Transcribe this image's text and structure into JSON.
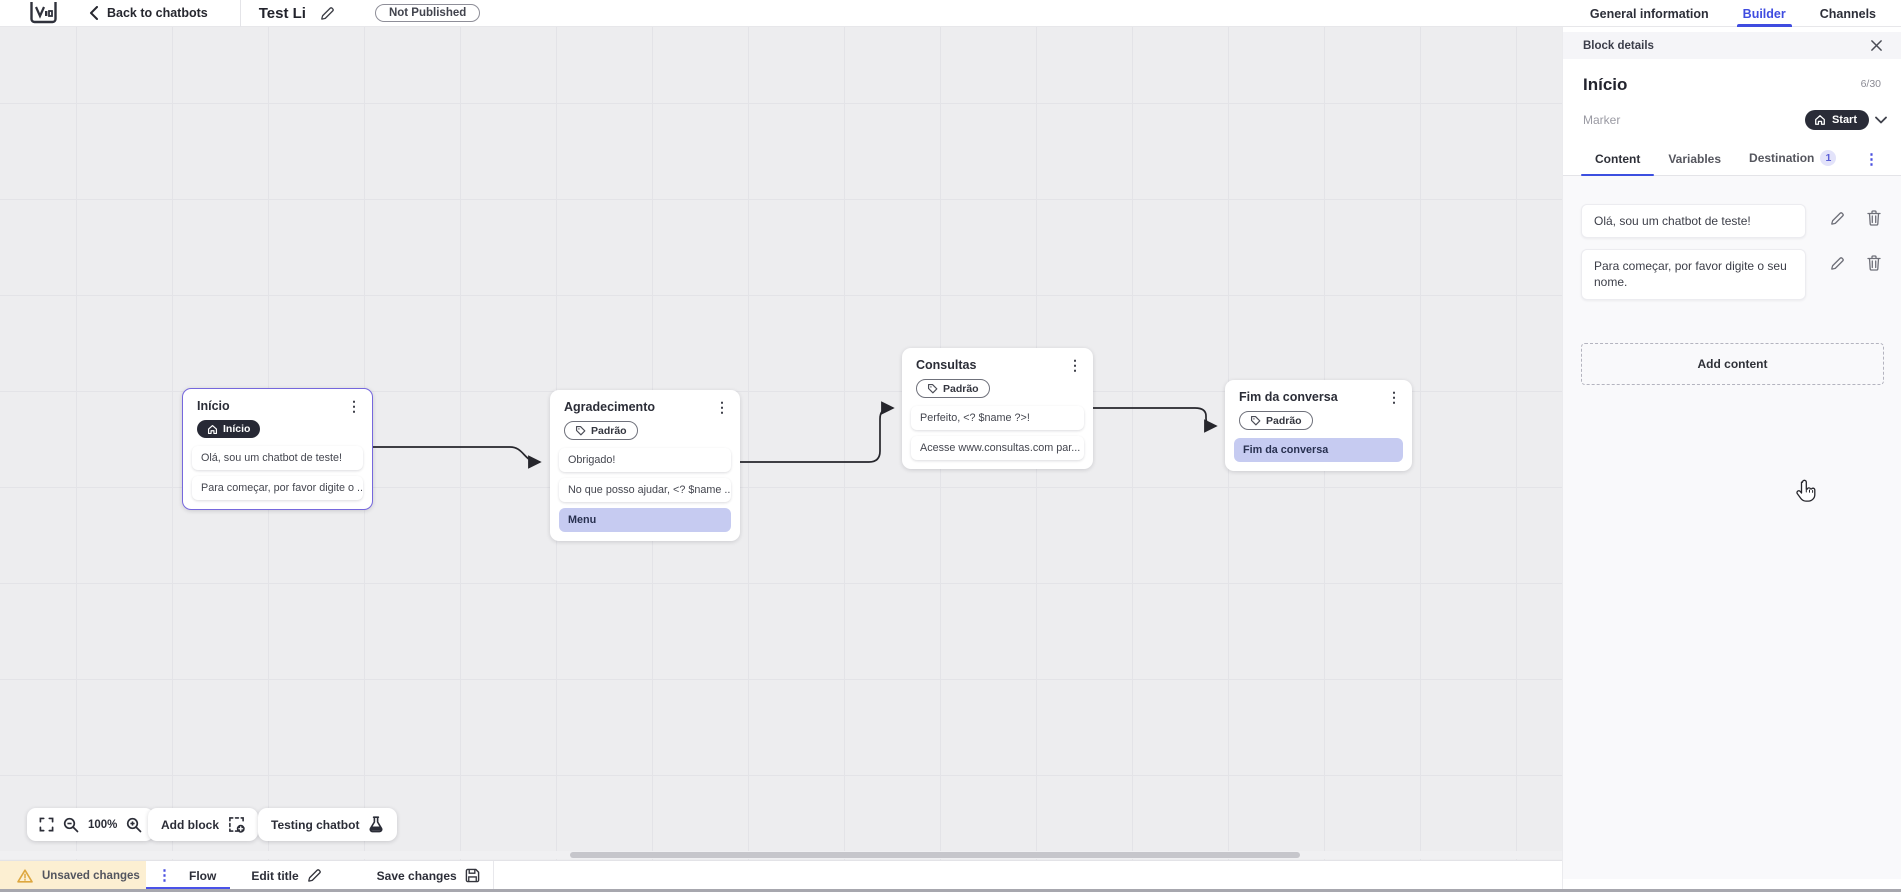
{
  "topbar": {
    "back_label": "Back to chatbots",
    "title": "Test Li",
    "status_badge": "Not Published",
    "tabs": [
      {
        "label": "General information",
        "active": false
      },
      {
        "label": "Builder",
        "active": true
      },
      {
        "label": "Channels",
        "active": false
      }
    ]
  },
  "panel": {
    "header": "Block details",
    "block_name": "Início",
    "counter": "6/30",
    "marker_label": "Marker",
    "marker_value": "Start",
    "tabs": [
      {
        "label": "Content",
        "active": true
      },
      {
        "label": "Variables",
        "active": false
      },
      {
        "label": "Destination",
        "active": false,
        "badge": "1"
      }
    ],
    "messages": [
      "Olá, sou um chatbot de teste!",
      "Para começar, por favor digite o seu nome."
    ],
    "add_content_label": "Add content"
  },
  "canvas": {
    "zoom_level": "100%",
    "add_block_label": "Add block",
    "testing_label": "Testing chatbot",
    "blocks": [
      {
        "title": "Início",
        "tag": "Início",
        "tag_style": "dark",
        "selected": true,
        "rows": [
          {
            "text": "Olá, sou um chatbot de teste!"
          },
          {
            "text": "Para começar, por favor digite o ..."
          }
        ]
      },
      {
        "title": "Agradecimento",
        "tag": "Padrão",
        "tag_style": "outline",
        "selected": false,
        "rows": [
          {
            "text": "Obrigado!"
          },
          {
            "text": "No que posso ajudar, <? $name ..."
          },
          {
            "text": "Menu",
            "highlight": true
          }
        ]
      },
      {
        "title": "Consultas",
        "tag": "Padrão",
        "tag_style": "outline",
        "selected": false,
        "rows": [
          {
            "text": "Perfeito, <? $name ?>!"
          },
          {
            "text": "Acesse www.consultas.com par..."
          }
        ]
      },
      {
        "title": "Fim da conversa",
        "tag": "Padrão",
        "tag_style": "outline",
        "selected": false,
        "rows": [
          {
            "text": "Fim da conversa",
            "highlight": true
          }
        ]
      }
    ]
  },
  "bottombar": {
    "unsaved_label": "Unsaved changes",
    "flow_label": "Flow",
    "edit_title_label": "Edit title",
    "save_label": "Save changes"
  },
  "colors": {
    "accent": "#3f4ce0",
    "dark_pill": "#272935",
    "highlight_row": "#c6cbf1",
    "destination_badge": "#e3e3fa",
    "unsaved_bg": "#fcefd2",
    "warning": "#dda73f",
    "canvas_bg": "#ededef",
    "selected_border": "#7668dd"
  }
}
